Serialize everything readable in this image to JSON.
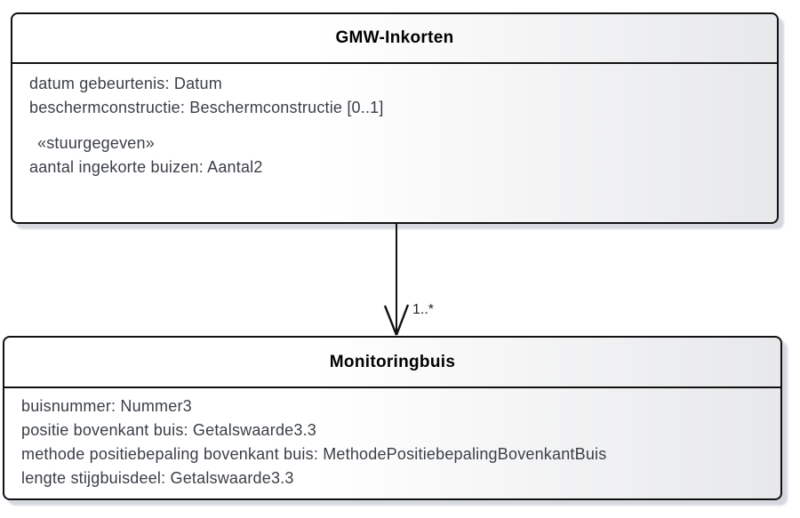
{
  "diagram": {
    "classes": [
      {
        "name": "GMW-Inkorten",
        "attributes": [
          "datum gebeurtenis: Datum",
          "beschermconstructie: Beschermconstructie [0..1]"
        ],
        "stereotype": "«stuurgegeven»",
        "stereotype_attributes": [
          "aantal ingekorte buizen: Aantal2"
        ]
      },
      {
        "name": "Monitoringbuis",
        "attributes": [
          "buisnummer: Nummer3",
          "positie bovenkant buis: Getalswaarde3.3",
          "methode positiebepaling bovenkant buis: MethodePositiebepalingBovenkantBuis",
          "lengte stijgbuisdeel: Getalswaarde3.3"
        ]
      }
    ],
    "association": {
      "from": "GMW-Inkorten",
      "to": "Monitoringbuis",
      "multiplicity": "1..*",
      "arrow_style": "open-arrowhead"
    }
  },
  "colors": {
    "border_color": "#111111",
    "fill_light": "#ffffff",
    "fill_shade": "#e7e8ea",
    "shadow_color": "#d6d8e0",
    "text_color": "#3a3f46",
    "title_color": "#000000",
    "line_color": "#111111"
  }
}
